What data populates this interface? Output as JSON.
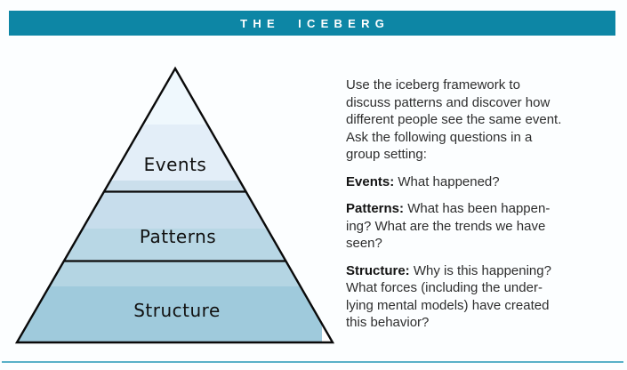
{
  "header": {
    "title": "THE ICEBERG",
    "bar_color": "#0d86a5",
    "text_color": "#ffffff"
  },
  "diagram": {
    "type": "pyramid",
    "layers": [
      {
        "label": "Events"
      },
      {
        "label": "Patterns"
      },
      {
        "label": "Structure"
      }
    ],
    "band_colors": [
      "#eff8fd",
      "#e3eef8",
      "#cbdfec",
      "#c7ddec",
      "#b8d7e5",
      "#b4d5e3",
      "#9fcadc"
    ],
    "outline_color": "#0a0a0a",
    "divider_color": "#0a0a0a"
  },
  "description": {
    "intro_lines": [
      "Use the iceberg framework to",
      "discuss patterns and discover how",
      "different people see the same event.",
      "Ask the following questions in a",
      "group setting:"
    ],
    "questions": [
      {
        "label": "Events:",
        "lines": [
          "What happened?"
        ]
      },
      {
        "label": "Patterns:",
        "lines": [
          "What has been happen-",
          "ing? What are the trends we have",
          "seen?"
        ]
      },
      {
        "label": "Structure:",
        "lines": [
          "Why is this happening?",
          "What forces (including the under-",
          "lying mental models) have created",
          "this behavior?"
        ]
      }
    ]
  },
  "footer": {
    "rule_color": "#59b1c8"
  }
}
